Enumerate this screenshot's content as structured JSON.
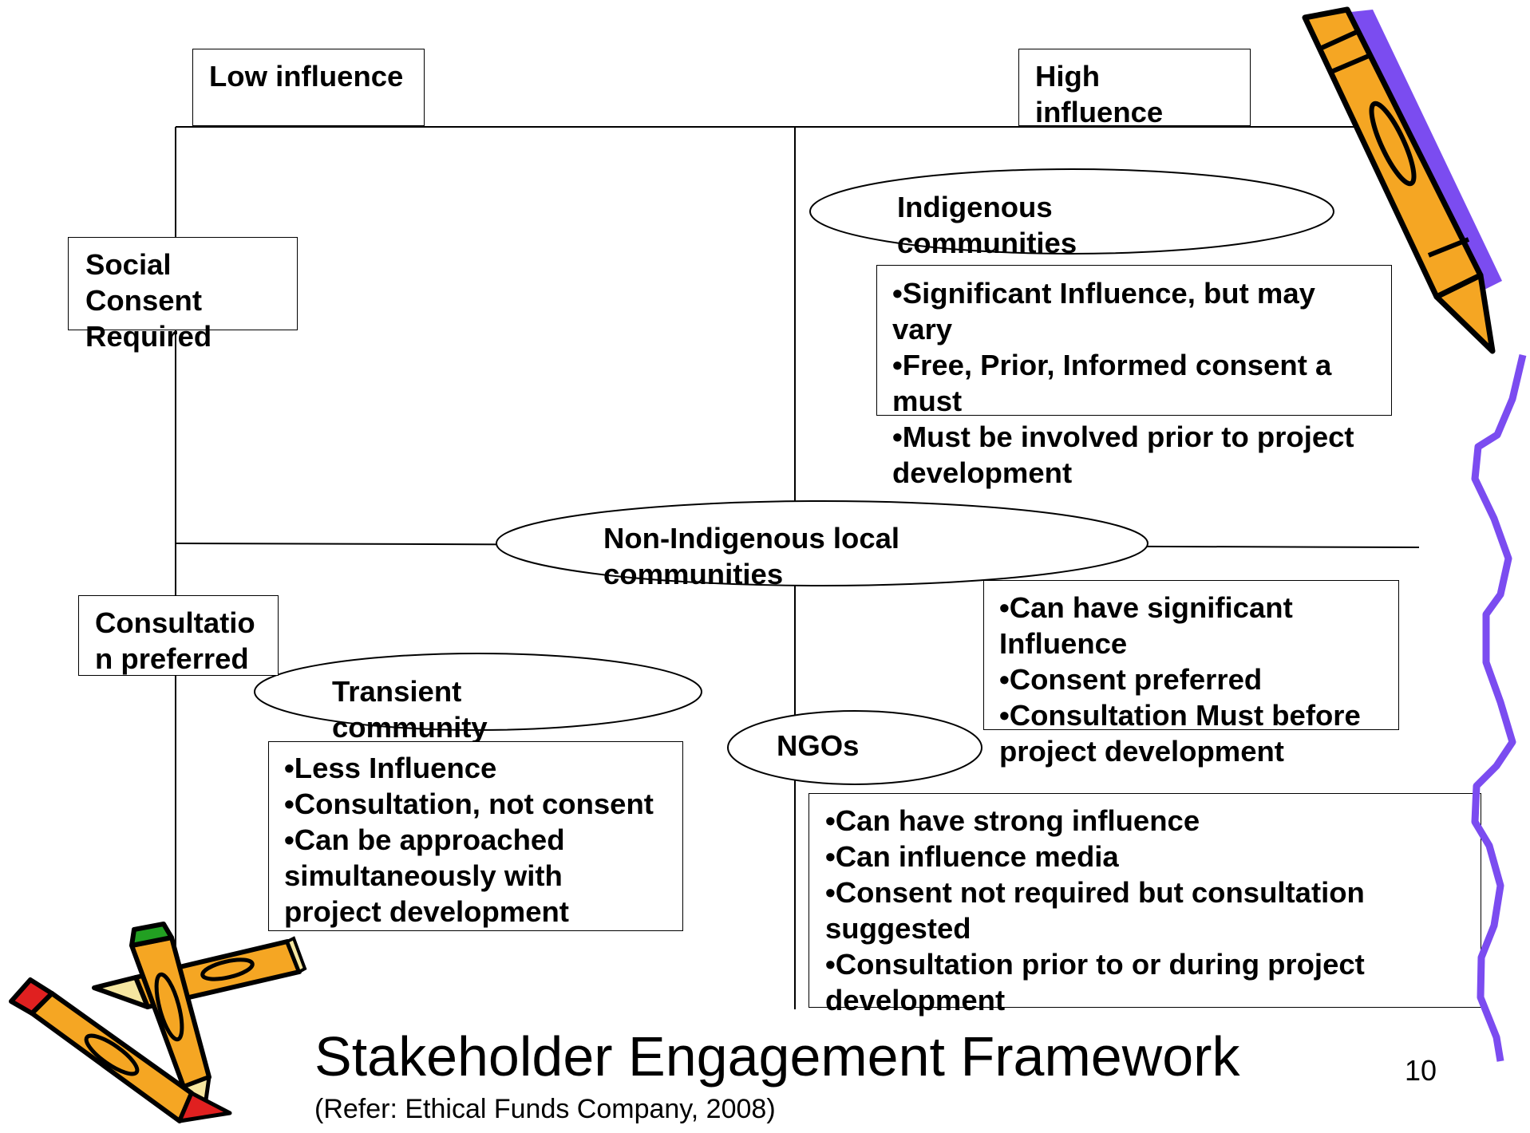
{
  "slide": {
    "title": "Stakeholder Engagement Framework",
    "reference": "(Refer: Ethical Funds Company, 2008)",
    "page_number": "10"
  },
  "axes": {
    "low_influence": "Low influence",
    "high_influence": "High influence",
    "social_consent": "Social Consent Required",
    "consultation": "Consultation preferred"
  },
  "stakeholders": {
    "indigenous": {
      "label": "Indigenous communities",
      "points": [
        "Significant Influence, but may vary",
        "Free, Prior, Informed consent a must",
        "Must be involved prior to project development"
      ]
    },
    "non_indigenous": {
      "label": "Non-Indigenous local communities",
      "points": [
        "Can have significant Influence",
        "Consent preferred",
        "Consultation Must before project development"
      ]
    },
    "transient": {
      "label": "Transient community",
      "points": [
        "Less Influence",
        "Consultation, not consent",
        "Can be approached simultaneously with project development"
      ]
    },
    "ngos": {
      "label": "NGOs",
      "points": [
        "Can have strong influence",
        "Can influence media",
        "Consent not required but consultation suggested",
        "Consultation prior to or during project development"
      ]
    }
  },
  "decorations": {
    "top_right_icon": "pencil-icon",
    "bottom_left_icon": "crossed-pencils-icon",
    "right_edge_icon": "squiggle-line-icon",
    "colors": {
      "pencil_body": "#F5A623",
      "pencil_shadow": "#7B4CF0",
      "squiggle": "#7B4CF0",
      "eraser_red": "#E02020",
      "eraser_green": "#22A022"
    }
  }
}
